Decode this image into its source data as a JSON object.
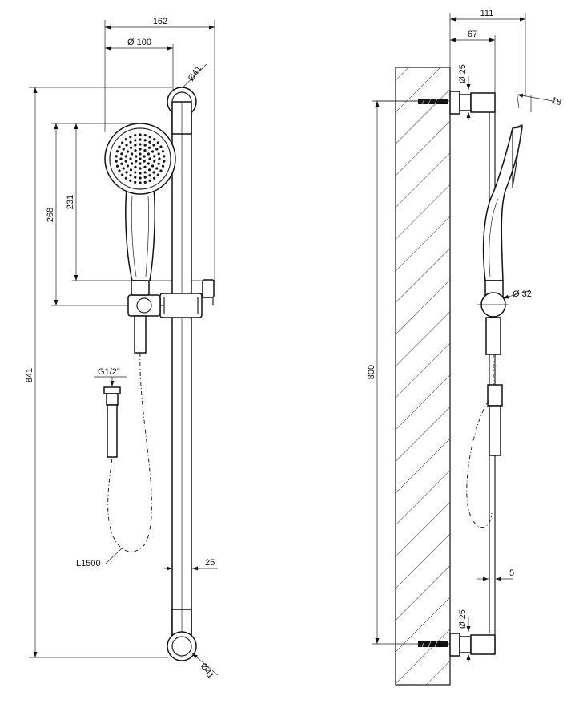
{
  "front_view": {
    "dim_width_total": "162",
    "dim_head_diameter": "Ø 100",
    "dim_bracket_diameter_top": "Ø41",
    "dim_bracket_diameter_bottom": "Ø41",
    "dim_head_height_outer": "268",
    "dim_head_height_inner": "231",
    "dim_total_height": "841",
    "dim_connector": "G1/2\"",
    "dim_hose_length": "L1500",
    "dim_rail_width": "25"
  },
  "side_view": {
    "dim_depth_total": "111",
    "dim_depth_rail": "67",
    "dim_bracket_top": "Ø 25",
    "dim_bracket_bottom": "Ø 25",
    "dim_head_thickness": "18",
    "dim_slider_diameter": "Ø 32",
    "dim_rail_length": "800",
    "dim_gap": "5"
  }
}
